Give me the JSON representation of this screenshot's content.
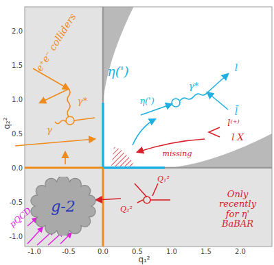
{
  "diagram": {
    "nodes": [
      {
        "text": [
          "g-2"
        ]
      }
    ],
    "labels": [
      "2.0",
      "1.5",
      "1.0",
      "0.5",
      "0.0",
      "-0.5",
      "-1.0",
      "-1.0",
      "-0.5",
      "0.0",
      "0.5",
      "1.0",
      "1.5",
      "2.0",
      "q₂²",
      "q₁²",
      "e⁺e⁻ colliders",
      "γ*",
      "γ",
      "η(')",
      "η(')",
      "γ*",
      "l",
      "l̄",
      "l⁽⁺⁾",
      "l X",
      "missing",
      "Q₁²",
      "Q₂²",
      "Only recently for η' BaBAR",
      "pQCD"
    ]
  }
}
